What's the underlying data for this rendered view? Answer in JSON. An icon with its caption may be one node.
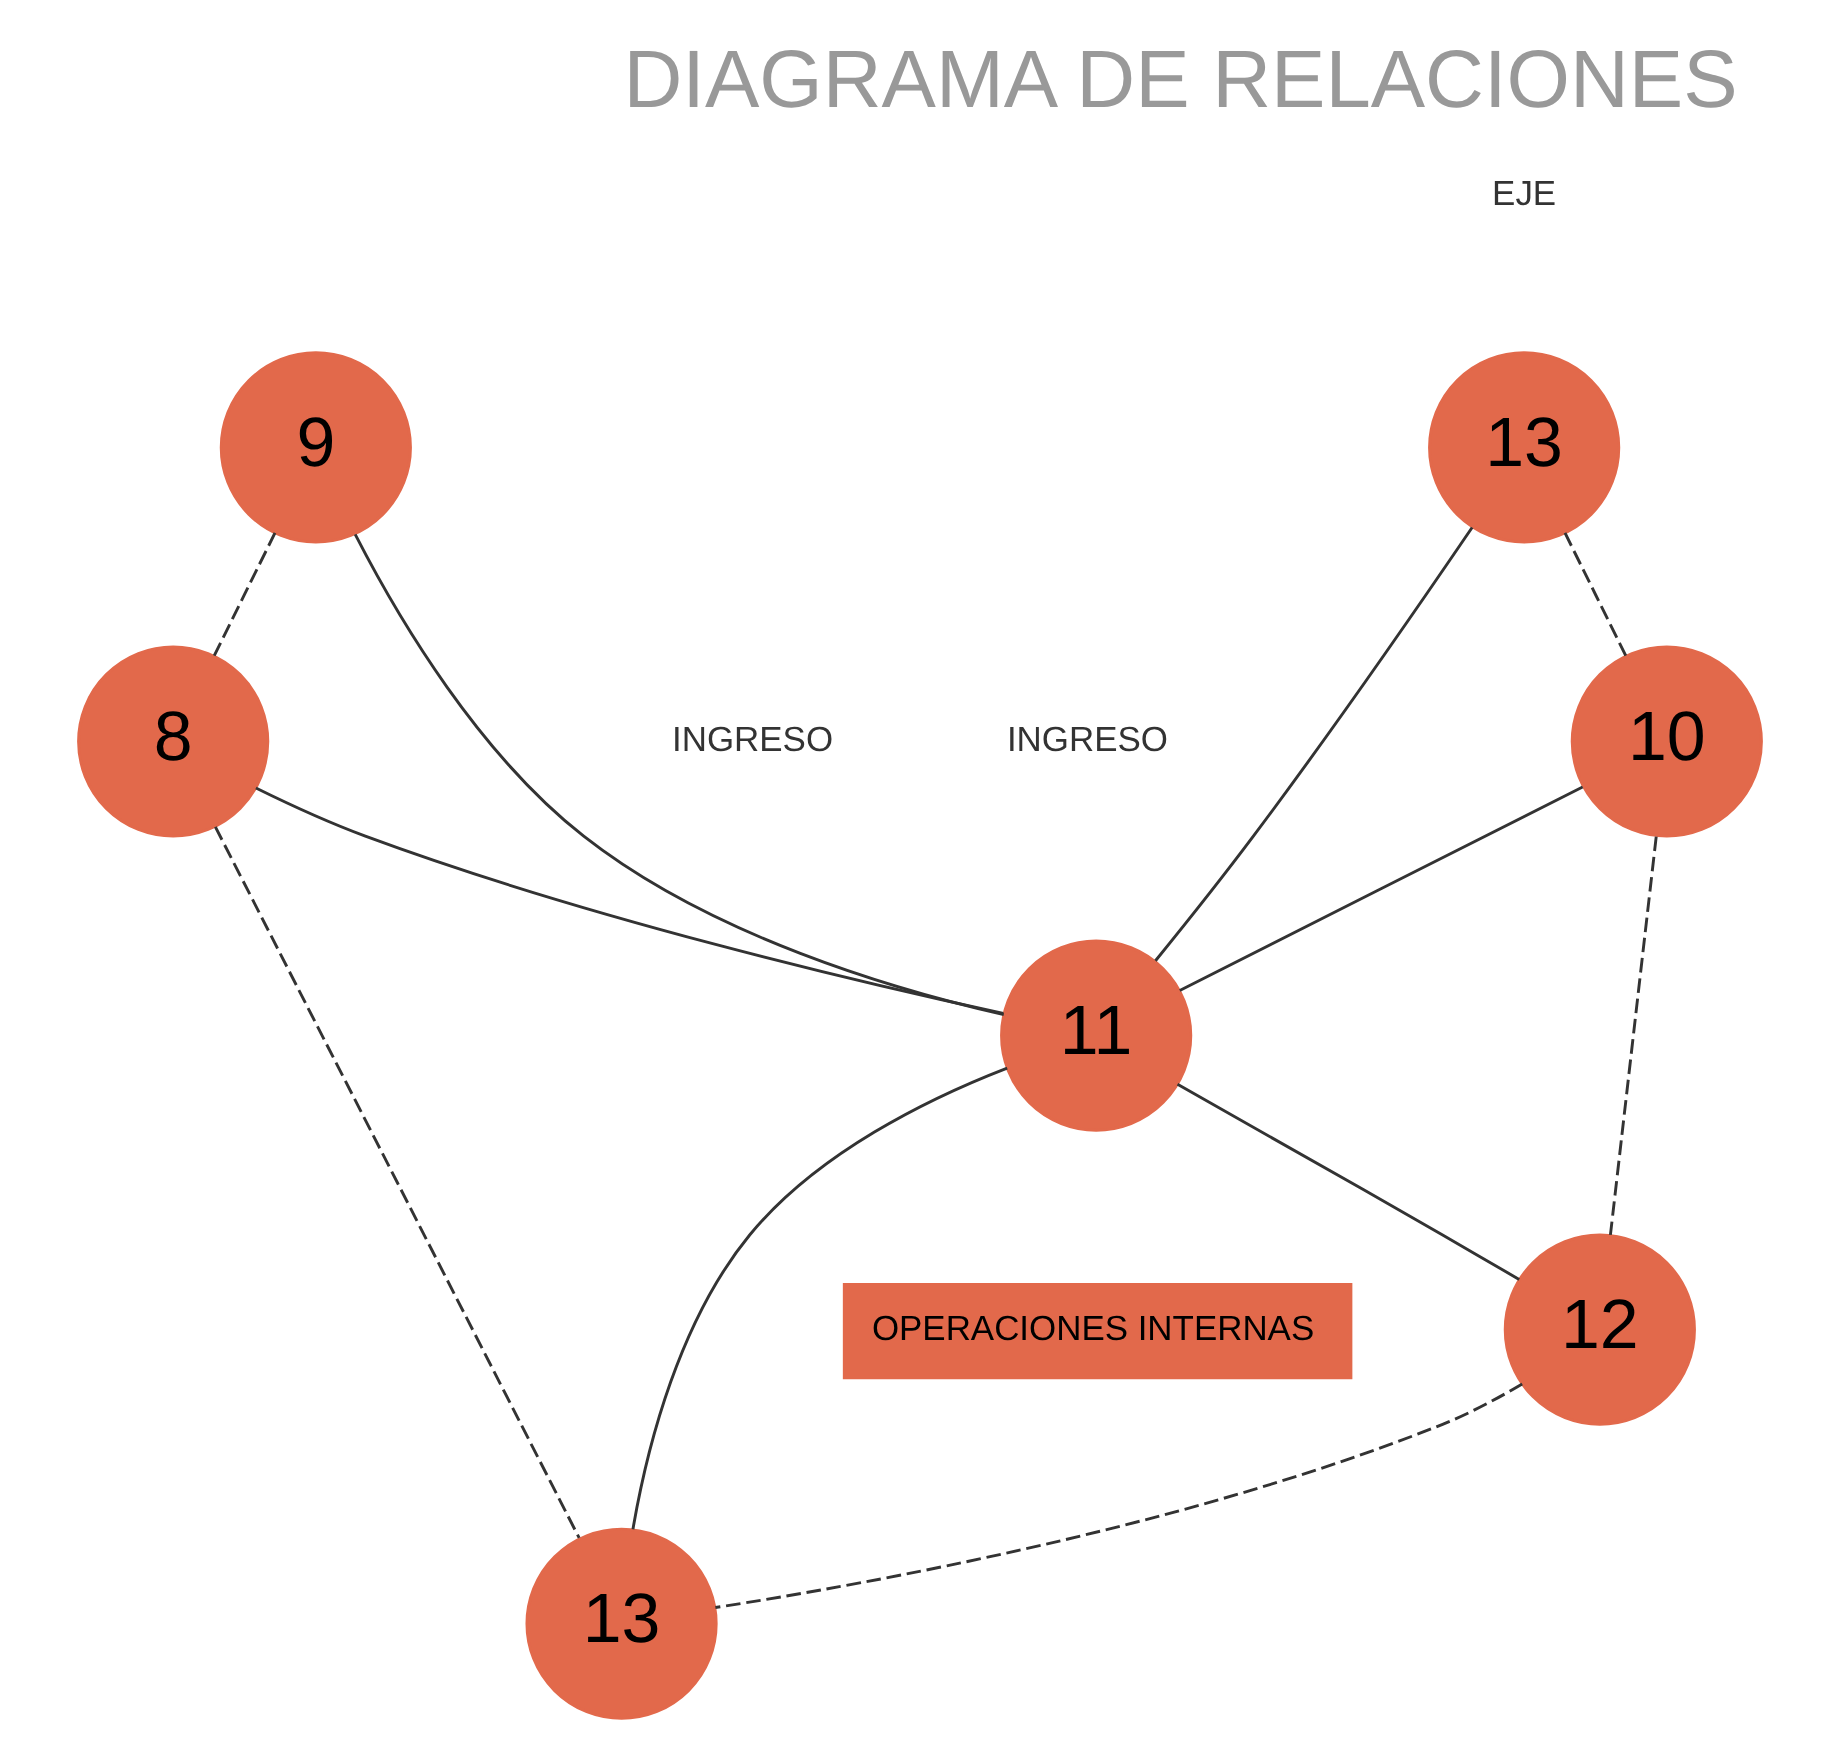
{
  "diagram": {
    "title": "DIAGRAMA DE RELACIONES",
    "nodes": [
      {
        "text": [
          "13"
        ]
      },
      {
        "text": [
          "9"
        ]
      },
      {
        "text": [
          "10"
        ]
      },
      {
        "text": [
          "8"
        ]
      },
      {
        "text": [
          "11"
        ]
      },
      {
        "text": [
          "12"
        ]
      },
      {
        "text": [
          "13"
        ]
      }
    ],
    "edges": [
      {
        "from": 0,
        "to": 2,
        "arrow": "none",
        "style": "dashed"
      },
      {
        "from": 0,
        "to": 4,
        "arrow": "none"
      },
      {
        "from": 1,
        "to": 4,
        "arrow": "none"
      },
      {
        "from": 1,
        "to": 3,
        "arrow": "none",
        "style": "dashed"
      },
      {
        "from": 2,
        "to": 4,
        "arrow": "none"
      },
      {
        "from": 3,
        "to": 4,
        "arrow": "none"
      },
      {
        "from": 2,
        "to": 5,
        "arrow": "none",
        "style": "dashed"
      },
      {
        "from": 4,
        "to": 5,
        "arrow": "none"
      },
      {
        "from": 4,
        "to": 6,
        "arrow": "none"
      },
      {
        "from": 3,
        "to": 6,
        "arrow": "none",
        "style": "dashed"
      },
      {
        "from": 5,
        "to": 6,
        "arrow": "none",
        "style": "dashed"
      }
    ],
    "labels": [
      "EJE",
      "INGRESO",
      "INGRESO"
    ],
    "legend": [
      {
        "text": "OPERACIONES INTERNAS",
        "color": "#e2694b"
      }
    ]
  }
}
